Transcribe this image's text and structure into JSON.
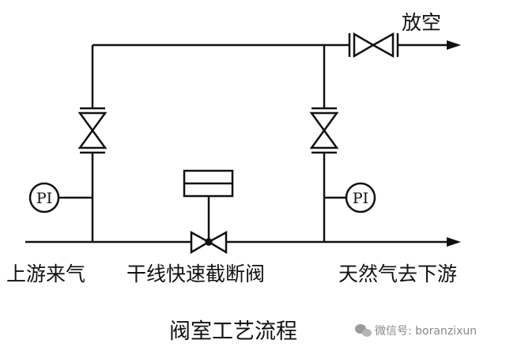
{
  "labels": {
    "vent": "放空",
    "upstream_gas": "上游来气",
    "mainline_valve": "干线快速截断阀",
    "downstream_gas": "天然气去下游",
    "caption": "阀室工艺流程",
    "pi_left": "PI",
    "pi_right": "PI"
  },
  "watermark": {
    "icon": "wechat-icon",
    "text": "微信号: boranzixun"
  }
}
